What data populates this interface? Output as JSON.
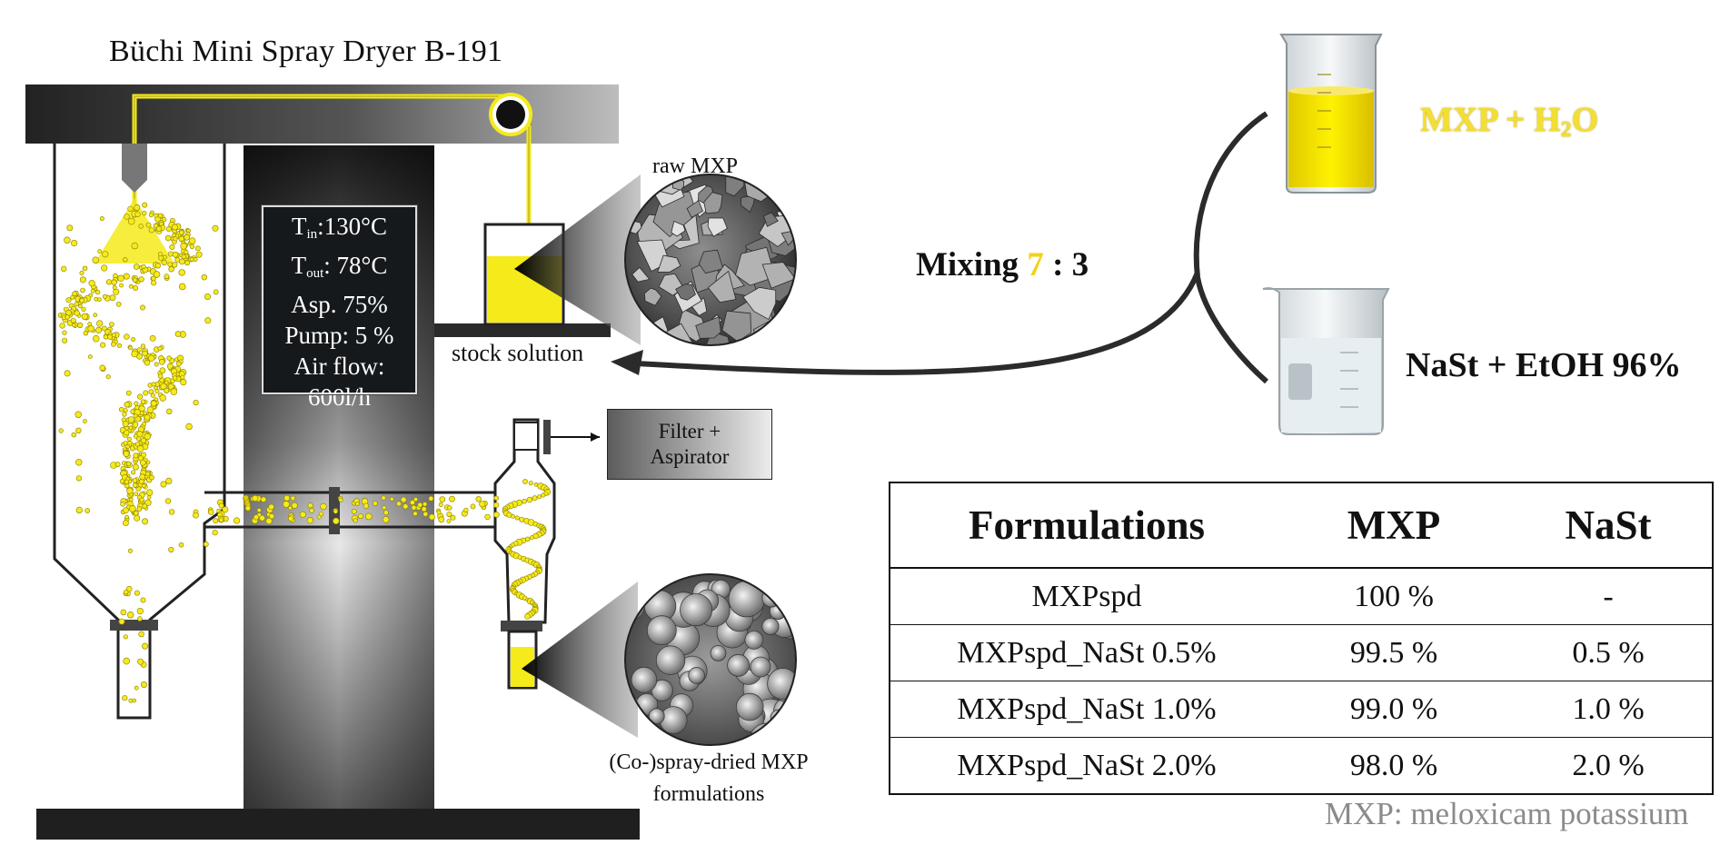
{
  "diagram": {
    "title": "Büchi Mini Spray Dryer B-191",
    "parameters": {
      "tin_prefix": "T",
      "tin_sub": "in",
      "tin_value": ":130°C",
      "tout_prefix": "T",
      "tout_sub": "out",
      "tout_value": ": 78°C",
      "aspirator": "Asp. 75%",
      "pump": "Pump: 5 %",
      "air_flow_label": "Air flow:",
      "air_flow_value": "600l/h"
    },
    "raw_label": "raw MXP",
    "stock_label": "stock solution",
    "filter_line1": "Filter +",
    "filter_line2": "Aspirator",
    "codried_line1": "(Co-)spray-dried MXP",
    "codried_line2": "formulations",
    "mixing_prefix": "Mixing ",
    "mixing_first": "7",
    "mixing_rest": " : 3",
    "solution_a_prefix": "MXP + H",
    "solution_a_sub": "2",
    "solution_a_suffix": "O",
    "solution_b": "NaSt + EtOH 96%",
    "colors": {
      "yellow": "#f5ea1a",
      "dark": "#1a1a1a"
    }
  },
  "table": {
    "headers": [
      "Formulations",
      "MXP",
      "NaSt"
    ],
    "rows": [
      [
        "MXPspd",
        "100 %",
        "-"
      ],
      [
        "MXPspd_NaSt 0.5%",
        "99.5 %",
        "0.5 %"
      ],
      [
        "MXPspd_NaSt 1.0%",
        "99.0 %",
        "1.0 %"
      ],
      [
        "MXPspd_NaSt 2.0%",
        "98.0 %",
        "2.0 %"
      ]
    ]
  },
  "footnote": "MXP: meloxicam potassium"
}
